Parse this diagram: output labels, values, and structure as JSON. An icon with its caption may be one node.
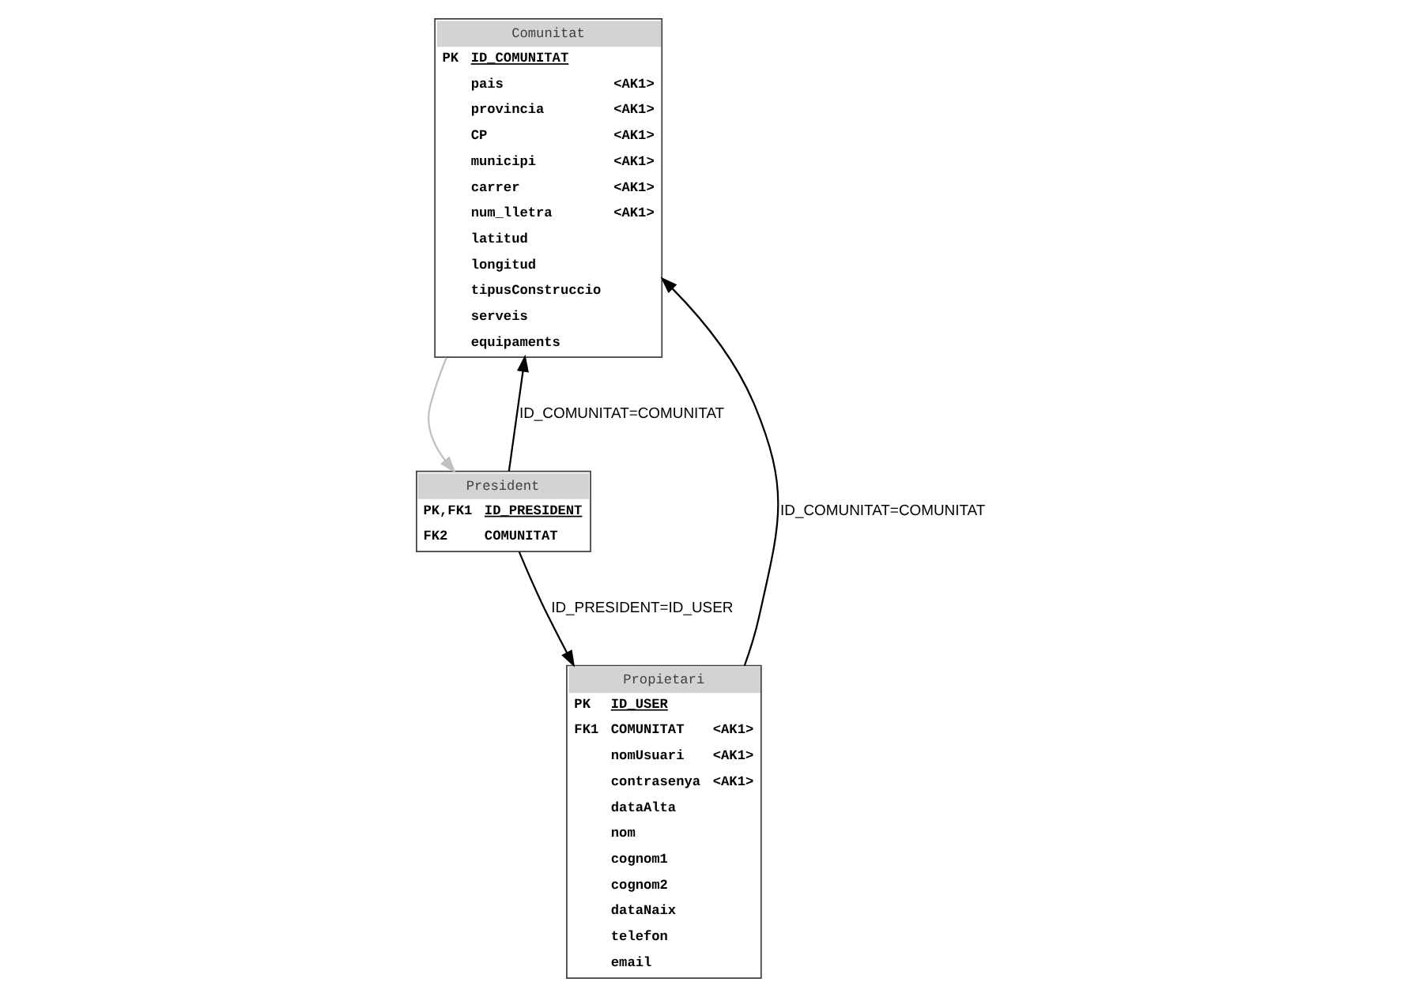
{
  "diagram": {
    "nodes": [
      {
        "text": [
          "Comunitat",
          "PK",
          "ID_COMUNITAT",
          "pais",
          "<AK1>",
          "provincia",
          "<AK1>",
          "CP",
          "<AK1>",
          "municipi",
          "<AK1>",
          "carrer",
          "<AK1>",
          "num_lletra",
          "<AK1>",
          "latitud",
          "longitud",
          "tipusConstruccio",
          "serveis",
          "equipaments"
        ]
      },
      {
        "text": [
          "Propietari",
          "PK",
          "ID_USER",
          "FK1",
          "COMUNITAT",
          "<AK1>",
          "nomUsuari",
          "<AK1>",
          "contrasenya",
          "<AK1>",
          "dataAlta",
          "nom",
          "cognom1",
          "cognom2",
          "dataNaix",
          "telefon",
          "email"
        ]
      },
      {
        "text": [
          "President",
          "PK,FK1",
          "ID_PRESIDENT",
          "FK2",
          "COMUNITAT"
        ]
      }
    ],
    "edges": [
      {
        "from": 1,
        "to": 0,
        "arrow": "to",
        "label": "ID_COMUNITAT=COMUNITAT"
      },
      {
        "from": 0,
        "to": 2,
        "arrow": "to",
        "color": "#c0c0c0"
      },
      {
        "from": 2,
        "to": 0,
        "arrow": "to",
        "label": "ID_COMUNITAT=COMUNITAT"
      },
      {
        "from": 2,
        "to": 1,
        "arrow": "to",
        "label": "ID_PRESIDENT=ID_USER"
      }
    ]
  }
}
